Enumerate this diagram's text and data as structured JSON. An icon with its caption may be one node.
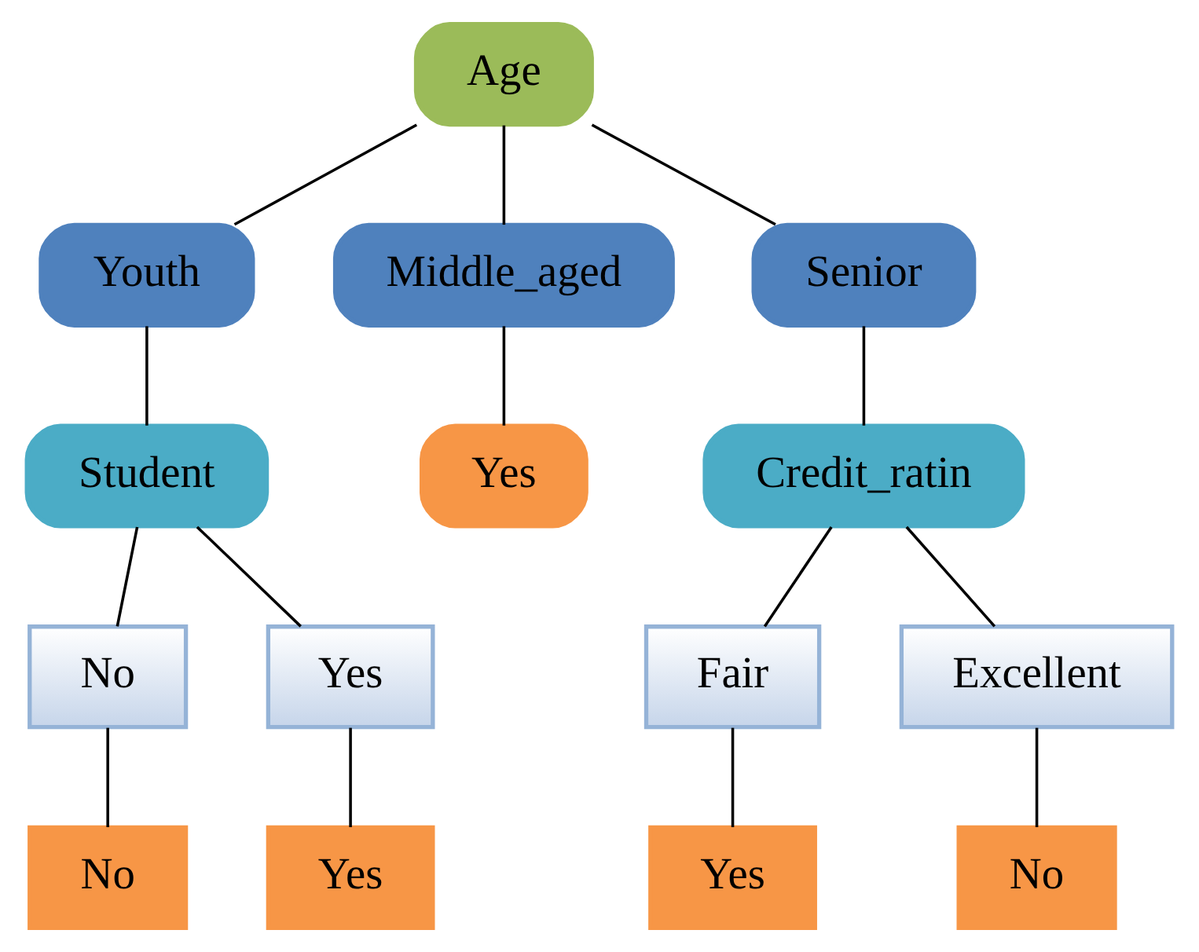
{
  "diagram": {
    "nodes": [
      {
        "text": [
          "Age"
        ]
      },
      {
        "text": [
          "Youth"
        ]
      },
      {
        "text": [
          "Middle_aged"
        ]
      },
      {
        "text": [
          "Senior"
        ]
      },
      {
        "text": [
          "Student"
        ]
      },
      {
        "text": [
          "Yes"
        ]
      },
      {
        "text": [
          "Credit_ratin"
        ]
      },
      {
        "text": [
          "No"
        ]
      },
      {
        "text": [
          "Yes"
        ]
      },
      {
        "text": [
          "Fair"
        ]
      },
      {
        "text": [
          "Excellent"
        ]
      },
      {
        "text": [
          "No"
        ]
      },
      {
        "text": [
          "Yes"
        ]
      },
      {
        "text": [
          "Yes"
        ]
      },
      {
        "text": [
          "No"
        ]
      }
    ],
    "edges": [
      {
        "from": 0,
        "to": 1,
        "arrow": "none"
      },
      {
        "from": 0,
        "to": 2,
        "arrow": "none"
      },
      {
        "from": 0,
        "to": 3,
        "arrow": "none"
      },
      {
        "from": 1,
        "to": 4,
        "arrow": "none"
      },
      {
        "from": 2,
        "to": 5,
        "arrow": "none"
      },
      {
        "from": 3,
        "to": 6,
        "arrow": "none"
      },
      {
        "from": 4,
        "to": 7,
        "arrow": "none"
      },
      {
        "from": 4,
        "to": 8,
        "arrow": "none"
      },
      {
        "from": 6,
        "to": 9,
        "arrow": "none"
      },
      {
        "from": 6,
        "to": 10,
        "arrow": "none"
      },
      {
        "from": 7,
        "to": 11,
        "arrow": "none"
      },
      {
        "from": 8,
        "to": 12,
        "arrow": "none"
      },
      {
        "from": 9,
        "to": 13,
        "arrow": "none"
      },
      {
        "from": 10,
        "to": 14,
        "arrow": "none"
      }
    ]
  }
}
